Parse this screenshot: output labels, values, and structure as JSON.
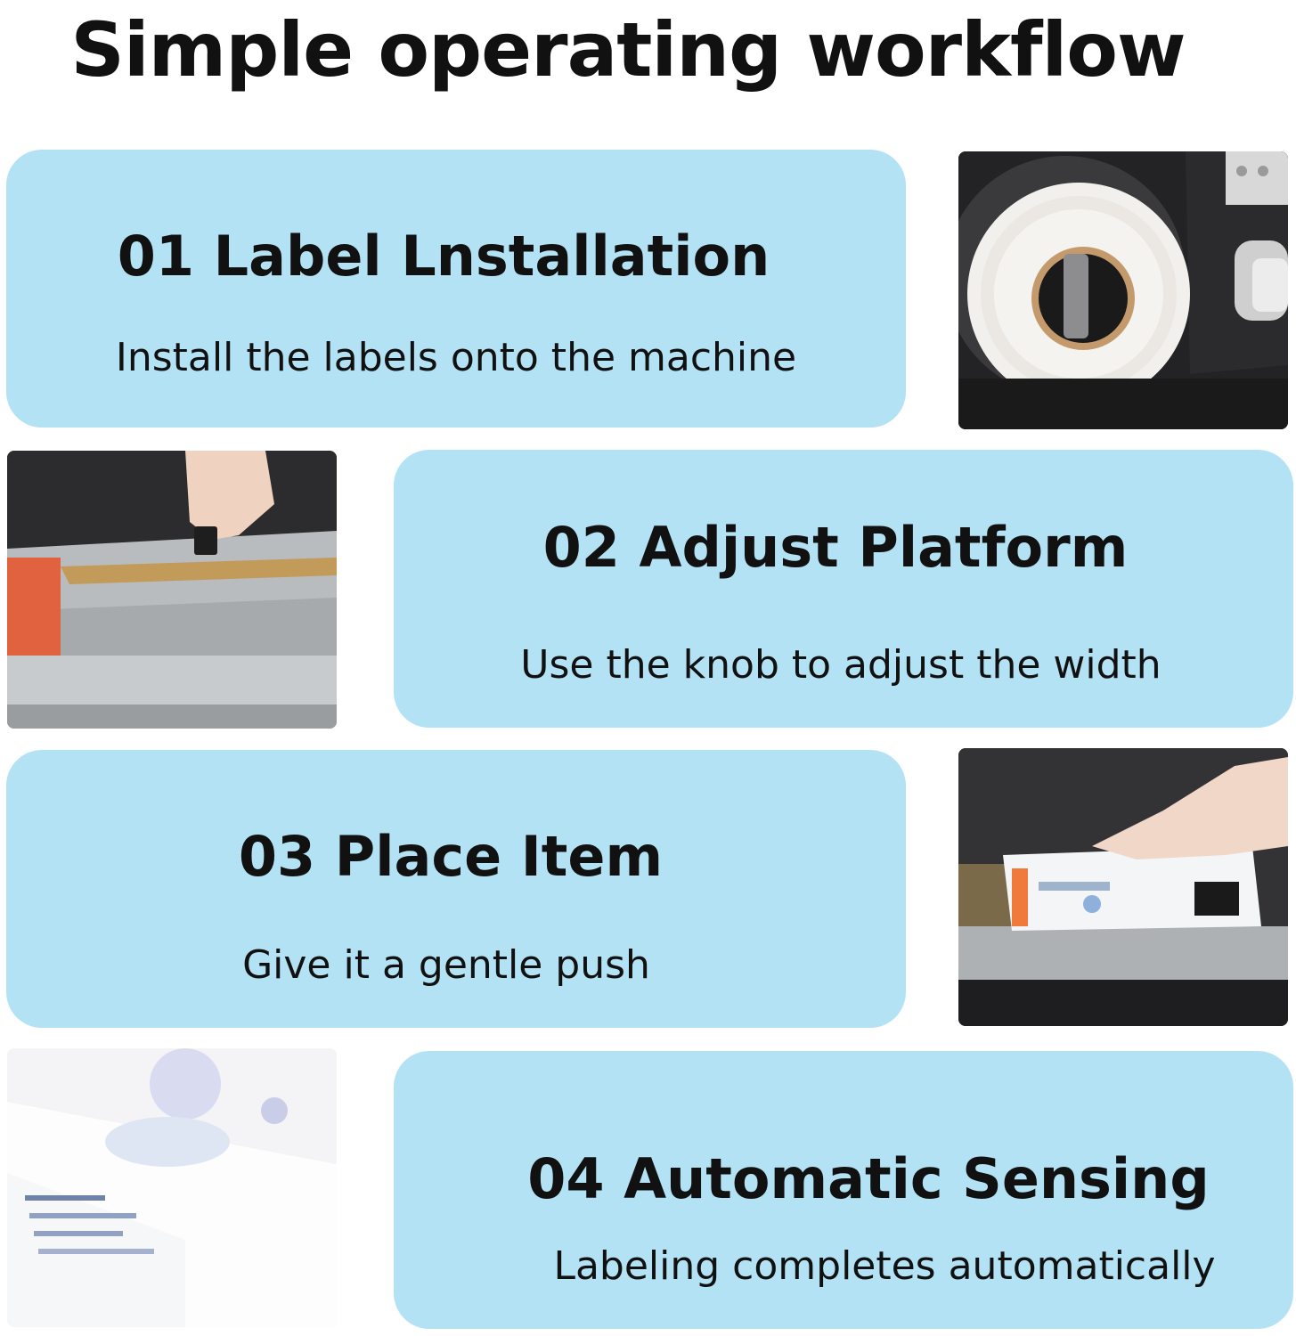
{
  "title": "Simple operating workflow",
  "colors": {
    "card_background": "#b3e2f5",
    "text": "#111111"
  },
  "steps": [
    {
      "heading": "01 Label Lnstallation",
      "description": "Install the labels onto the machine",
      "photo": "label-roll-on-spindle-photo"
    },
    {
      "heading": "02 Adjust Platform",
      "description": "Use the knob to adjust the width",
      "photo": "hand-adjusting-platform-knob-photo"
    },
    {
      "heading": "03 Place Item",
      "description": "Give it a gentle push",
      "photo": "hand-pushing-box-photo"
    },
    {
      "heading": "04 Automatic Sensing",
      "description": "Labeling completes automatically",
      "photo": "labeled-box-closeup-photo"
    }
  ]
}
